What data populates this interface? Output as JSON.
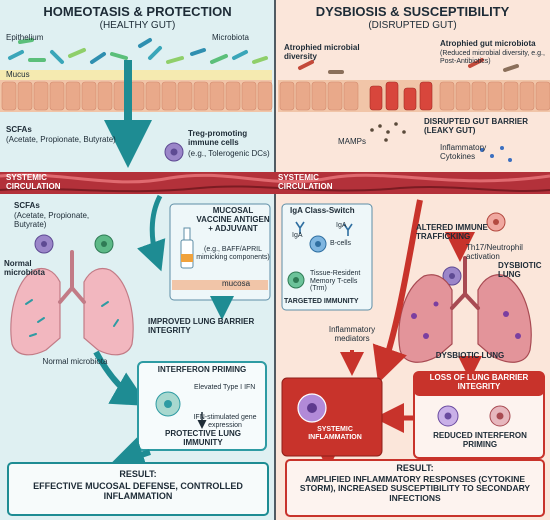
{
  "left": {
    "title": "HOMEOTASIS & PROTECTION",
    "subtitle": "(HEALTHY GUT)",
    "epithelium": "Epithelium",
    "microbiota": "Microbiota",
    "mucus": "Mucus",
    "scfas_title": "SCFAs",
    "scfas_list": "(Acetate, Propionate, Butyrate)",
    "treg_title": "Treg-promoting immune cells",
    "treg_detail": "(e.g., Tolerogenic DCs)",
    "systemic": "SYSTEMIC CIRCULATION",
    "scfas2_title": "SCFAs",
    "scfas2_list": "(Acetate, Propionate, Butyrate)",
    "normal_microbiota": "Normal microbiota",
    "normal_microbiota2": "Normal microbiota",
    "vaccine_title": "MUCOSAL VACCINE ANTIGEN + ADJUVANT",
    "vaccine_detail": "(e.g., BAFF/APRIL mimicking components)",
    "mucosa": "mucosa",
    "iga_title": "IgA Class-Switch",
    "iga1": "IgA",
    "iga2": "IgA",
    "bcells": "B-cells",
    "trm": "Tissue-Resident Memory T-cells (Trm)",
    "targeted": "TARGETED IMMUNITY",
    "improved": "IMPROVED LUNG BARRIER INTEGRITY",
    "ifn_title": "INTERFERON PRIMING",
    "ifn_elevated": "Elevated Type I IFN",
    "ifn_genes": "IFN-stimulated gene expression",
    "protective": "PROTECTIVE LUNG IMMUNITY",
    "result_title": "RESULT:",
    "result_text": "EFFECTIVE MUCOSAL DEFENSE, CONTROLLED INFLAMMATION"
  },
  "right": {
    "title": "DYSBIOSIS & SUSCEPTIBILITY",
    "subtitle": "(DISRUPTED GUT)",
    "atrophied_div": "Atrophied microbial diversity",
    "atrophied_gut": "Atrophied gut microbiota",
    "atrophied_gut_detail": "(Reduced microbial diversity, e.g., Post-Antibiotics)",
    "mamps": "MAMPs",
    "barrier": "DISRUPTED GUT BARRIER (LEAKY GUT)",
    "cytokines": "Inflammatory Cytokines",
    "systemic": "SYSTEMIC CIRCULATION",
    "altered": "ALTERED IMMUNE TRAFFICKING",
    "th17": "Th17/Neutrophil activation",
    "dysbiotic": "DYSBIOTIC LUNG",
    "dysbiotic2": "DYSBIOTIC LUNG",
    "mediators": "Inflammatory mediators",
    "loss": "LOSS OF LUNG BARRIER INTEGRITY",
    "sys_infl": "SYSTEMIC INFLAMMATION",
    "reduced": "REDUCED INTERFERON PRIMING",
    "result_title": "RESULT:",
    "result_text": "AMPLIFIED INFLAMMATORY RESPONSES (CYTOKINE STORM), INCREASED SUSCEPTIBILITY TO SECONDARY INFECTIONS"
  },
  "colors": {
    "left_bg": "#dff0f2",
    "right_bg": "#fbe6da",
    "teal": "#1e8c93",
    "red": "#c8332b",
    "navy": "#1d2b36"
  }
}
